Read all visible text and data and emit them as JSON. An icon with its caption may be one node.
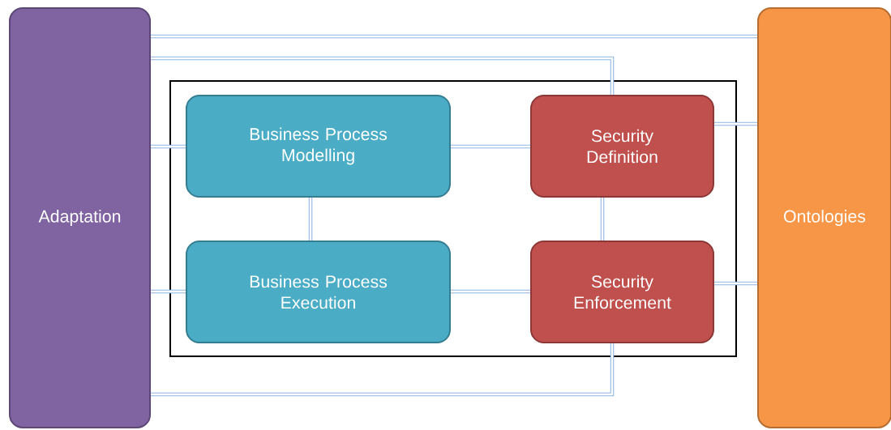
{
  "diagram": {
    "nodes": [
      {
        "text": [
          "Adaptation"
        ]
      },
      {
        "text": [],
        "shape": "box"
      },
      {
        "text": [
          "Business Process Modelling"
        ],
        "in": 1
      },
      {
        "text": [
          "Security Definition"
        ],
        "in": 1
      },
      {
        "text": [
          "Business Process Execution"
        ],
        "in": 1
      },
      {
        "text": [
          "Security Enforcement"
        ],
        "in": 1
      },
      {
        "text": [
          "Ontologies"
        ]
      }
    ],
    "edges": [
      {
        "from": 0,
        "to": 6,
        "arrow": "none"
      },
      {
        "from": 0,
        "to": 3,
        "arrow": "none"
      },
      {
        "from": 0,
        "to": 2,
        "arrow": "none"
      },
      {
        "from": 2,
        "to": 3,
        "arrow": "none"
      },
      {
        "from": 2,
        "to": 4,
        "arrow": "none"
      },
      {
        "from": 3,
        "to": 5,
        "arrow": "none"
      },
      {
        "from": 3,
        "to": 6,
        "arrow": "none"
      },
      {
        "from": 0,
        "to": 4,
        "arrow": "none"
      },
      {
        "from": 4,
        "to": 5,
        "arrow": "none"
      },
      {
        "from": 5,
        "to": 6,
        "arrow": "none"
      },
      {
        "from": 5,
        "to": 0,
        "arrow": "none"
      }
    ]
  }
}
